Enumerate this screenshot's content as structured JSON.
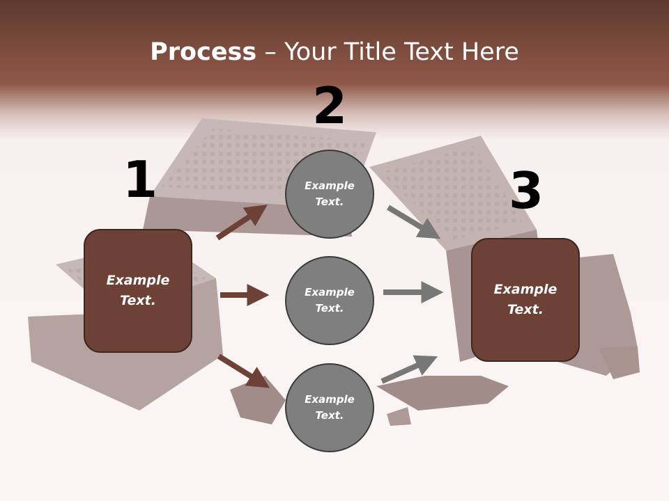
{
  "title": {
    "bold": "Process",
    "rest": " – Your Title Text Here"
  },
  "steps": {
    "s1": "1",
    "s2": "2",
    "s3": "3"
  },
  "left_box": {
    "text": "Example\nText."
  },
  "circles": [
    {
      "text": "Example\nText."
    },
    {
      "text": "Example\nText."
    },
    {
      "text": "Example\nText."
    }
  ],
  "right_box": {
    "text": "Example\nText."
  },
  "colors": {
    "box": "#6e4136",
    "circle": "#7f7f7f",
    "arrow_left": "#6e4136",
    "arrow_right": "#777777",
    "header": "#7d4c3e"
  }
}
